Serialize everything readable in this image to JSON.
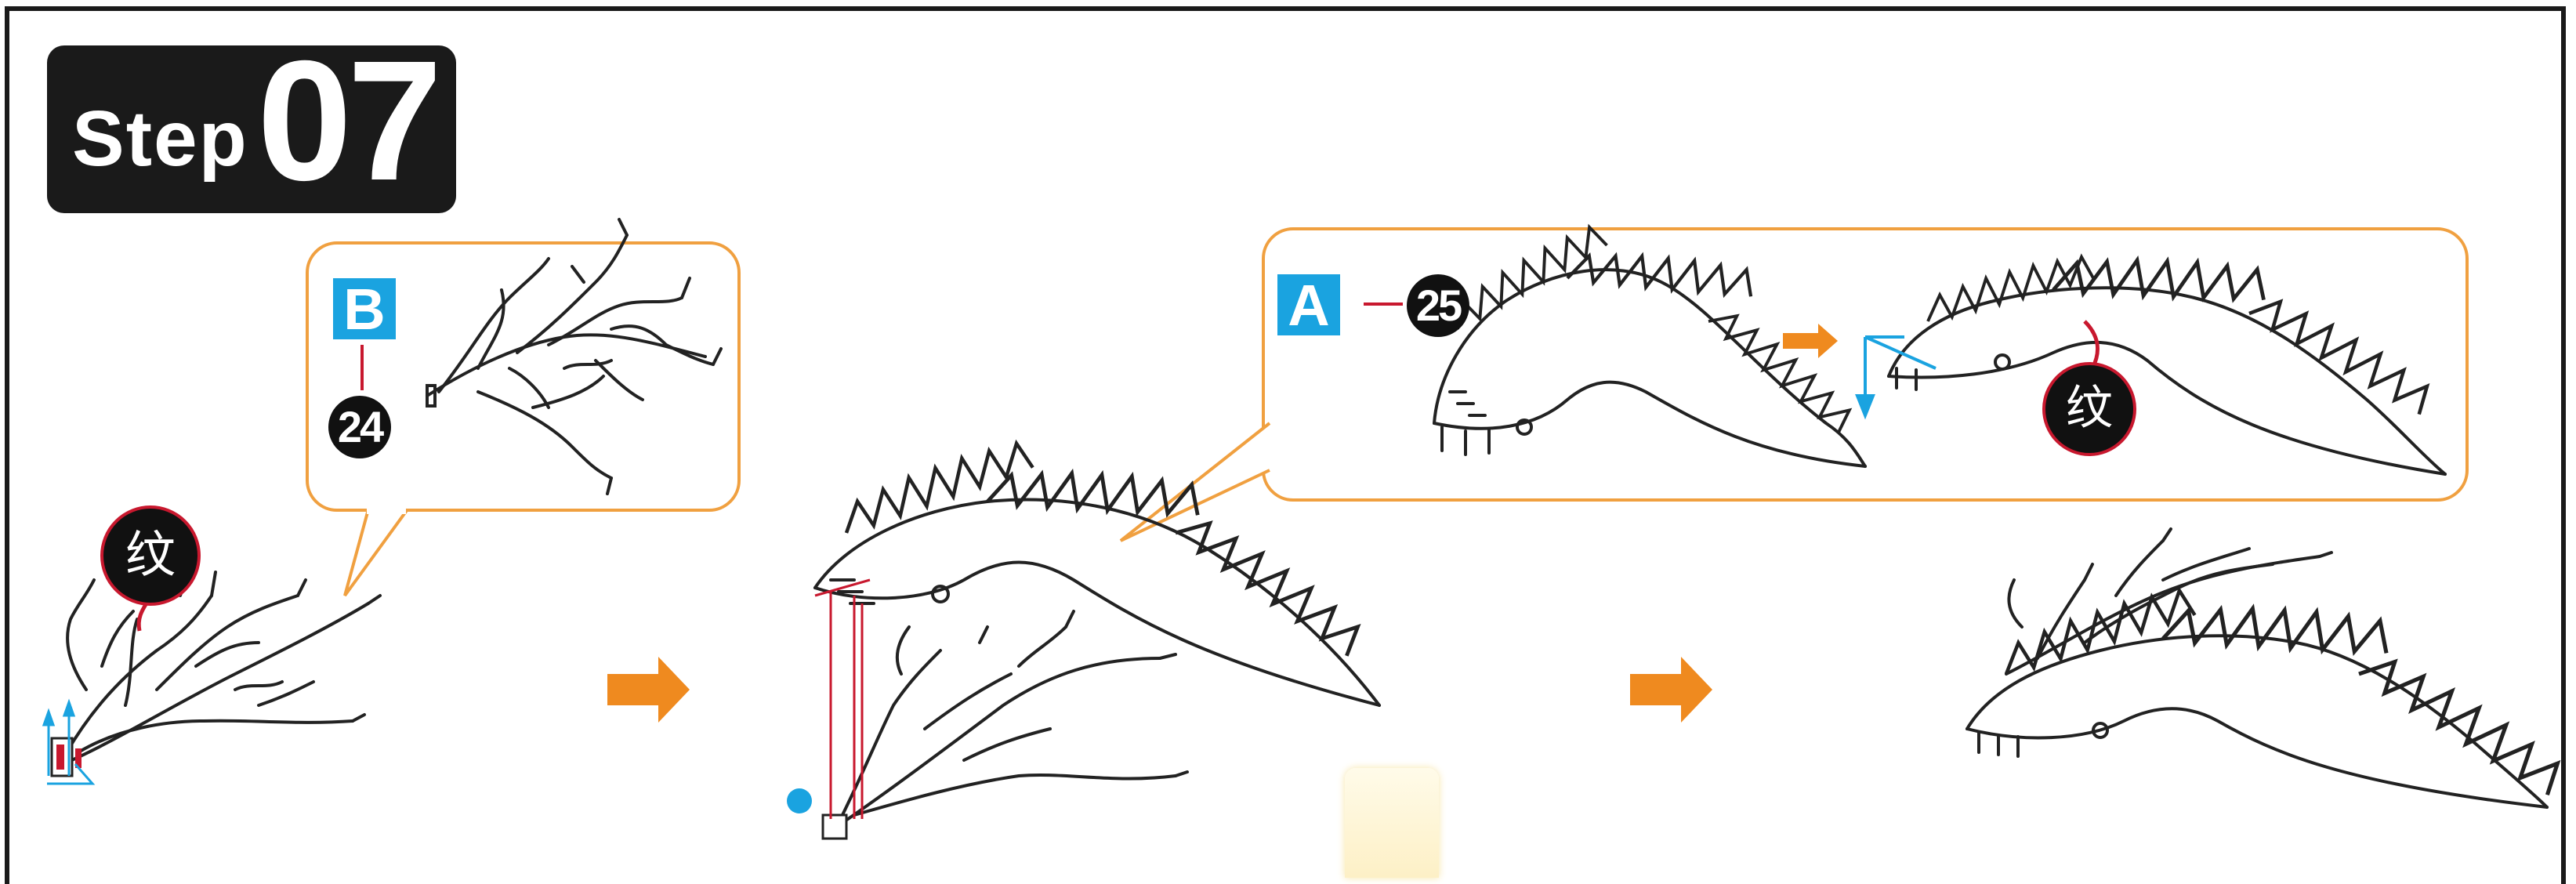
{
  "step": {
    "word": "Step",
    "number": "07"
  },
  "callout_b": {
    "part_letter": "B",
    "piece_number": "24"
  },
  "callout_a": {
    "part_letter": "A",
    "piece_number": "25"
  },
  "labels": {
    "glue_mark_left": "纹",
    "glue_mark_right": "纹"
  },
  "colors": {
    "orange": "#ef8a1f",
    "blue": "#1aa3e0",
    "red": "#c8182e",
    "badge": "#1a1a1a"
  },
  "icons": [
    "arrow-right-icon",
    "branch-piece-icon",
    "bird-piece-icon",
    "insert-arrow-icon",
    "blue-dot-icon"
  ]
}
